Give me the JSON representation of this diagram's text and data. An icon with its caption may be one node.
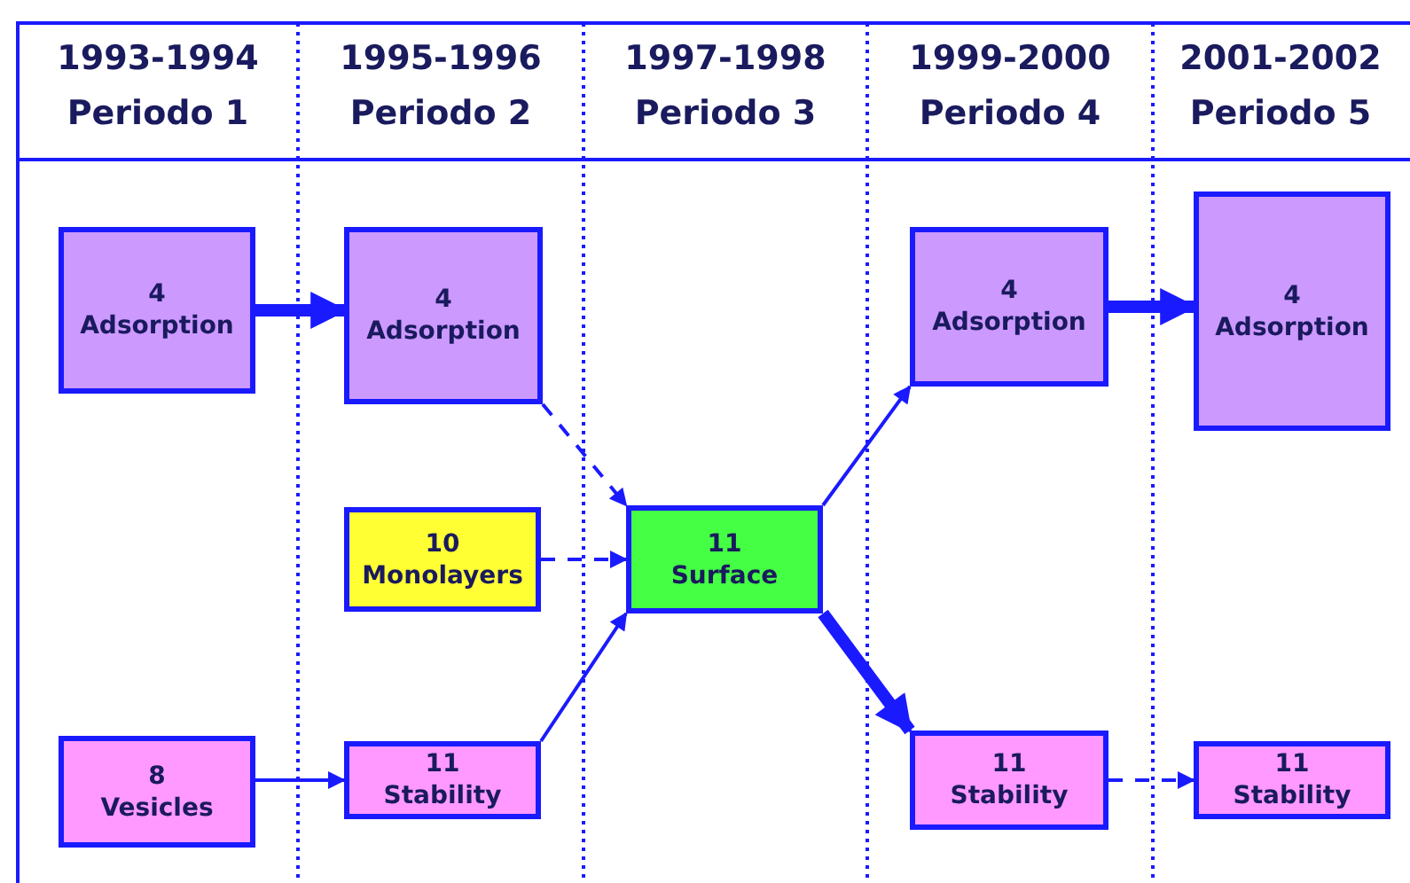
{
  "diagram": {
    "nodes": [
      {
        "text": [
          "4",
          "Adsorption"
        ]
      },
      {
        "text": [
          "4",
          "Adsorption"
        ]
      },
      {
        "text": [
          "4",
          "Adsorption"
        ]
      },
      {
        "text": [
          "4",
          "Adsorption"
        ]
      },
      {
        "text": [
          "10",
          "Monolayers"
        ]
      },
      {
        "text": [
          "11",
          "Surface"
        ]
      },
      {
        "text": [
          "8",
          "Vesicles"
        ]
      },
      {
        "text": [
          "11",
          "Stability"
        ]
      },
      {
        "text": [
          "11",
          "Stability"
        ]
      },
      {
        "text": [
          "11",
          "Stability"
        ]
      }
    ],
    "edges": [
      {
        "from": 0,
        "to": 1,
        "arrow": "to",
        "style": "thick"
      },
      {
        "from": 1,
        "to": 5,
        "arrow": "to",
        "style": "dashed"
      },
      {
        "from": 4,
        "to": 5,
        "arrow": "to",
        "style": "dashed"
      },
      {
        "from": 7,
        "to": 5,
        "arrow": "to"
      },
      {
        "from": 6,
        "to": 7,
        "arrow": "to"
      },
      {
        "from": 5,
        "to": 2,
        "arrow": "to"
      },
      {
        "from": 5,
        "to": 8,
        "arrow": "to",
        "style": "thick"
      },
      {
        "from": 2,
        "to": 3,
        "arrow": "to",
        "style": "thick"
      },
      {
        "from": 8,
        "to": 9,
        "arrow": "to",
        "style": "dashed"
      }
    ],
    "labels": [
      "1993-1994",
      "Periodo 1",
      "1995-1996",
      "Periodo 2",
      "1997-1998",
      "Periodo 3",
      "1999-2000",
      "Periodo 4",
      "2001-2002",
      "Periodo 5"
    ]
  }
}
